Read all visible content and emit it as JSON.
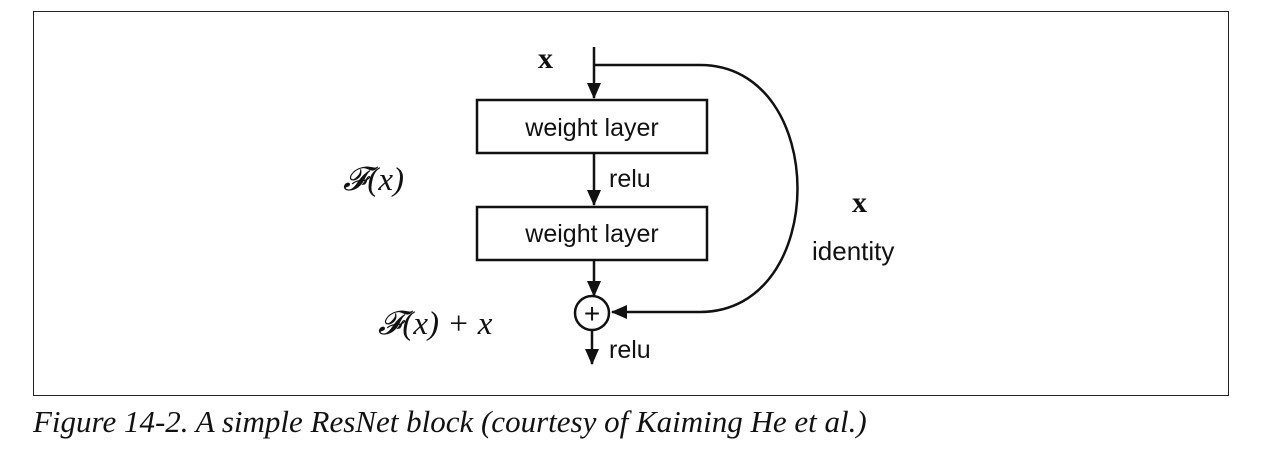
{
  "diagram": {
    "input_label": "x",
    "layers": [
      "weight layer",
      "weight layer"
    ],
    "relu_label": "relu",
    "residual_label": "𝓕(x)",
    "sum_label": "𝓕(x) + x",
    "sum_symbol": "+",
    "output_label": "relu",
    "skip_x_label": "x",
    "skip_label": "identity"
  },
  "caption": "Figure 14-2. A simple ResNet block (courtesy of Kaiming He et al.)",
  "colors": {
    "ink": "#111111",
    "background": "#ffffff"
  }
}
